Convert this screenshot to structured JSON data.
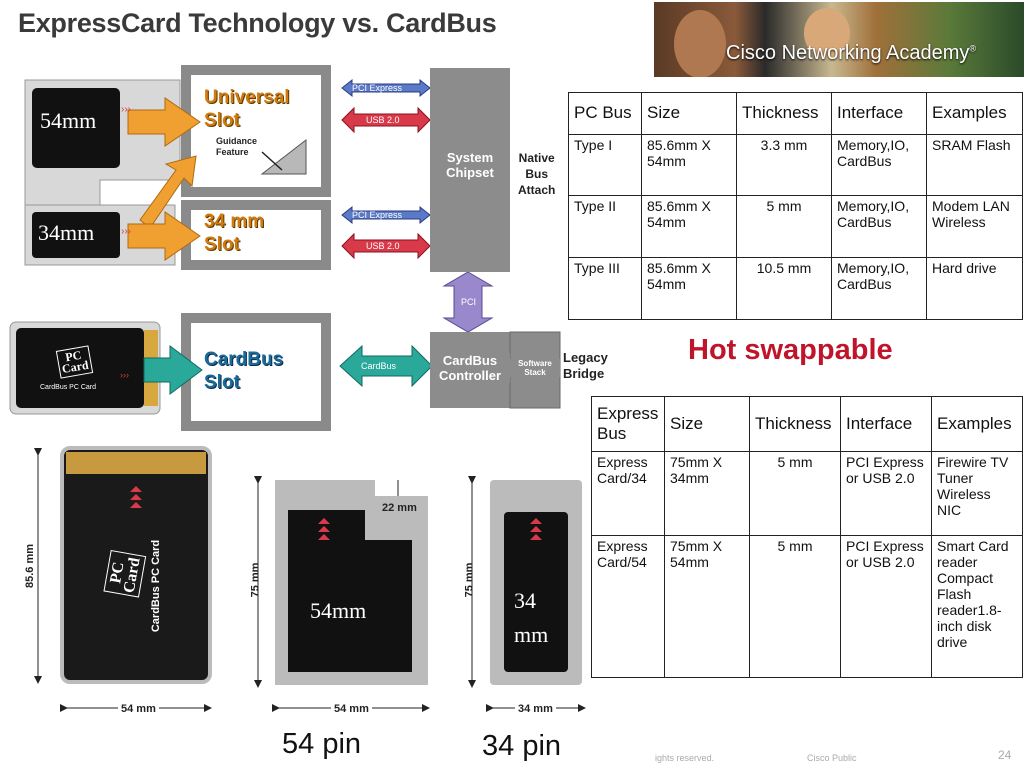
{
  "title": "ExpressCard Technology vs. CardBus",
  "banner": {
    "text": "Cisco Networking Academy",
    "registered": "®"
  },
  "diagram": {
    "card_54": "54mm",
    "card_34": "34mm",
    "universal_slot": [
      "Universal",
      "Slot"
    ],
    "guidance_feature": [
      "Guidance",
      "Feature"
    ],
    "slot_34": [
      "34 mm",
      "Slot"
    ],
    "cardbus_slot": [
      "CardBus",
      "Slot"
    ],
    "pci_express": "PCI Express",
    "usb": "USB 2.0",
    "pci": "PCI",
    "cardbus_arrow": "CardBus",
    "system_chipset": [
      "System",
      "Chipset"
    ],
    "native_bus_attach": [
      "Native",
      "Bus",
      "Attach"
    ],
    "cardbus_controller": [
      "CardBus",
      "Controller"
    ],
    "software_stack": [
      "Software",
      "Stack"
    ],
    "legacy_bridge": [
      "Legacy",
      "Bridge"
    ],
    "pc_card_logo": [
      "PC",
      "Card"
    ],
    "cardbus_pc_card": "CardBus PC Card",
    "chevron": "›››"
  },
  "table1": {
    "headers": [
      "PC Bus",
      "Size",
      "Thickness",
      "Interface",
      "Examples"
    ],
    "rows": [
      [
        "Type I",
        "85.6mm X 54mm",
        "3.3 mm",
        "Memory,IO, CardBus",
        "SRAM Flash"
      ],
      [
        "Type II",
        "85.6mm X 54mm",
        "5 mm",
        "Memory,IO, CardBus",
        "Modem LAN Wireless"
      ],
      [
        "Type III",
        "85.6mm X 54mm",
        "10.5 mm",
        "Memory,IO, CardBus",
        "Hard drive"
      ]
    ]
  },
  "hot_swappable": "Hot swappable",
  "table2": {
    "headers": [
      "Express Bus",
      "Size",
      "Thickness",
      "Interface",
      "Examples"
    ],
    "rows": [
      [
        "Express Card/34",
        "75mm X 34mm",
        "5 mm",
        "PCI Express or USB 2.0",
        "Firewire TV Tuner Wireless NIC"
      ],
      [
        "Express Card/54",
        "75mm X 54mm",
        "5 mm",
        "PCI Express or USB 2.0",
        "Smart Card reader Compact Flash reader1.8-inch disk drive"
      ]
    ]
  },
  "dimensions": {
    "pc_height": "85.6 mm",
    "pc_width": "54 mm",
    "ec54_height": "75 mm",
    "ec54_notch": "22 mm",
    "ec54_width": "54 mm",
    "ec54_label": "54mm",
    "ec34_height": "75 mm",
    "ec34_width": "34 mm",
    "ec34_label": [
      "34",
      "mm"
    ],
    "pc_card_logo": [
      "PC",
      "Card"
    ],
    "cardbus_pc_card": "CardBus PC Card"
  },
  "pins": {
    "pin54": "54 pin",
    "pin34": "34 pin"
  },
  "footer": {
    "rights": "ights reserved.",
    "public": "Cisco Public",
    "page": "24"
  },
  "colors": {
    "orange_arrow": "#f0a030",
    "blue_arrow": "#5a7ac8",
    "red_arrow": "#d83a4a",
    "teal_arrow": "#2aa89a",
    "purple_arrow": "#9a88cc",
    "hot": "#c0142b"
  }
}
